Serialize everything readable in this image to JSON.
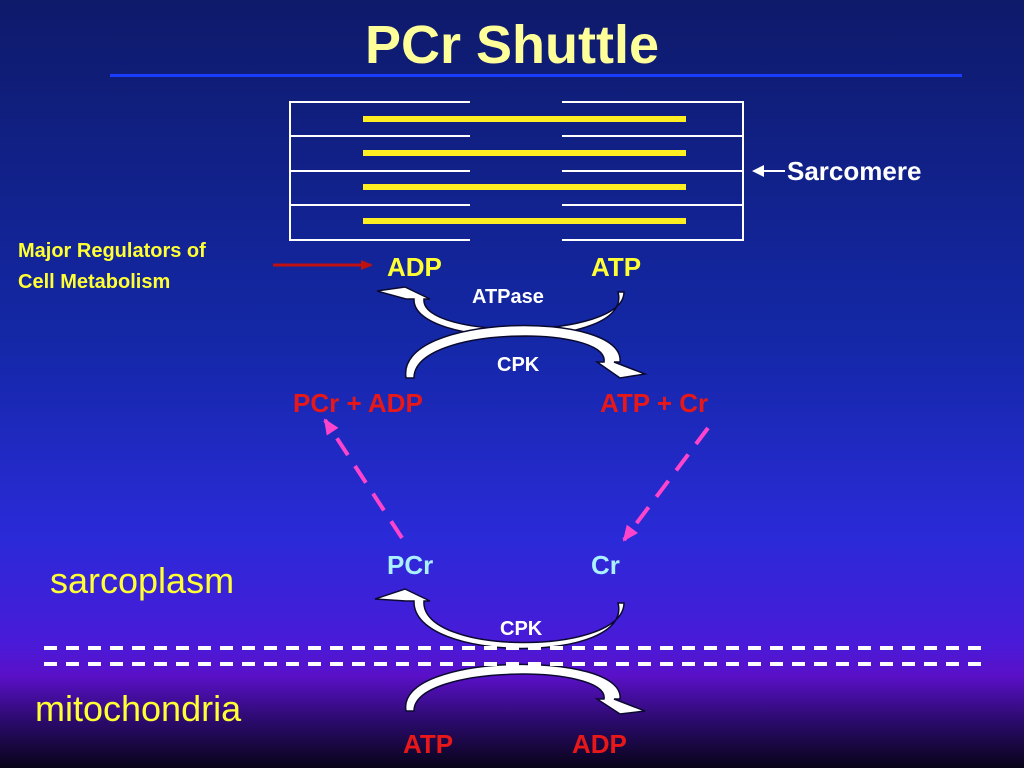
{
  "title": "PCr Shuttle",
  "sarcomere_label": "Sarcomere",
  "regulators": {
    "line1": "Major Regulators of",
    "line2": "Cell Metabolism"
  },
  "top_cycle": {
    "adp": "ADP",
    "atp": "ATP",
    "enzyme_top": "ATPase",
    "enzyme_bottom": "CPK"
  },
  "middle": {
    "pcr_adp": "PCr + ADP",
    "atp_cr": "ATP + Cr"
  },
  "bottom_cycle": {
    "pcr": "PCr",
    "cr": "Cr",
    "enzyme": "CPK",
    "atp": "ATP",
    "adp": "ADP"
  },
  "regions": {
    "sarcoplasm": "sarcoplasm",
    "mitochondria": "mitochondria"
  },
  "colors": {
    "title": "#ffff99",
    "yellow_text": "#ffff33",
    "red_text": "#e81818",
    "cyan_text": "#aaf0ff",
    "filament": "#ffee22",
    "dashed_arrow": "#ff44cc",
    "regulator_arrow": "#c01010"
  }
}
